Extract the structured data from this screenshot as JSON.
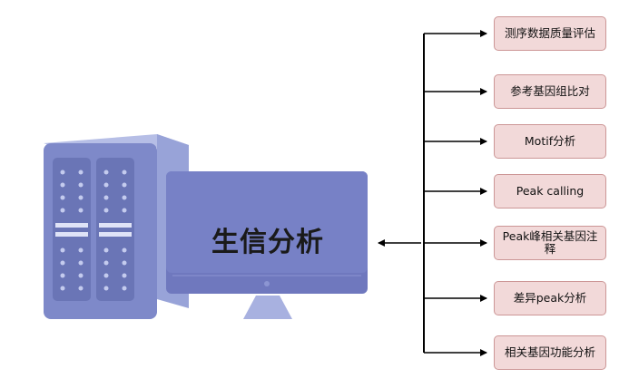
{
  "center_label": "生信分析",
  "analyses": [
    {
      "label": "测序数据质量评估"
    },
    {
      "label": "参考基因组比对"
    },
    {
      "label": "Motif分析"
    },
    {
      "label": "Peak calling"
    },
    {
      "label": "Peak峰相关基因注释"
    },
    {
      "label": "差异peak分析"
    },
    {
      "label": "相关基因功能分析"
    }
  ],
  "colors": {
    "server_front": "#7e89c9",
    "server_side": "#98a3d8",
    "server_top": "#b6bee6",
    "monitor_body": "#6f78be",
    "monitor_stand": "#a8b1e0",
    "box_fill": "#f2d9d9",
    "box_border": "#cc9696",
    "arrow": "#000000"
  }
}
